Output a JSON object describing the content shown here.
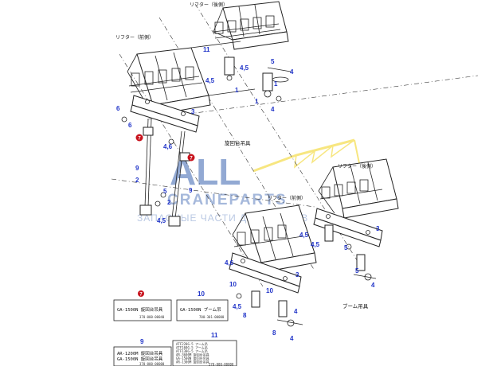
{
  "labels": {
    "lifter_top": "リフター（後側）",
    "lifter_left": "リフター（前側）",
    "lifter_mid": "リフター（後側）",
    "lifter_bottom": "リフター（前側）",
    "swing_hoist": "旋回台吊具",
    "boom_hoist": "ブーム吊具"
  },
  "callouts": {
    "c1": "1",
    "c2": "1",
    "c3": "1",
    "c4": "4",
    "c5": "5",
    "c6": "4",
    "c7": "4,5",
    "c8": "11",
    "c9": "4,5",
    "c10": "6",
    "c11": "3",
    "c12": "4,6",
    "c13": "9",
    "c14": "2",
    "c15": "5",
    "c16": "2",
    "c17": "9",
    "c18": "4,5",
    "c19": "3",
    "c20": "4,5",
    "c21": "4,5",
    "c22": "5",
    "c23": "4,6",
    "c24": "3",
    "c25": "10",
    "c26": "4,5",
    "c27": "8",
    "c28": "4",
    "c29": "8",
    "c30": "10",
    "c31": "4",
    "c32": "5",
    "c33": "4",
    "c34": "6"
  },
  "red_marker": "7",
  "legend": [
    {
      "num": "7",
      "lines": [
        "GA-1500N 旋回台吊具"
      ],
      "code": "370-000-00040"
    },
    {
      "num": "10",
      "lines": [
        "GA-1500N  ブーム吊"
      ],
      "code": "700-301-00000"
    },
    {
      "num": "9",
      "lines": [
        "AR-1200M 旋回台吊具",
        "GA-1500N 旋回台吊具"
      ],
      "code": "370-000-00000"
    },
    {
      "num": "11",
      "lines": [
        "ATF220G-5 アーム吊",
        "ATF160G-5 アーム吊",
        "ATF130G-5 アーム吊",
        "AR-3600M 旋回台吊具",
        "GA-1500N 旋回台吊具",
        "AR-1300M 旋回台吊具"
      ],
      "code": "370-000-00000"
    }
  ],
  "watermark": {
    "brand": "ALL",
    "sub": "CRANEPARTS",
    "tag": "ЗАПАСНЫЕ ЧАСТИ ДЛЯ КРАНОВ"
  },
  "colors": {
    "callout": "#1f33c8",
    "marker": "#c8141e",
    "watermark_blue": "#3a63b0",
    "watermark_yellow": "#f2d31a"
  }
}
